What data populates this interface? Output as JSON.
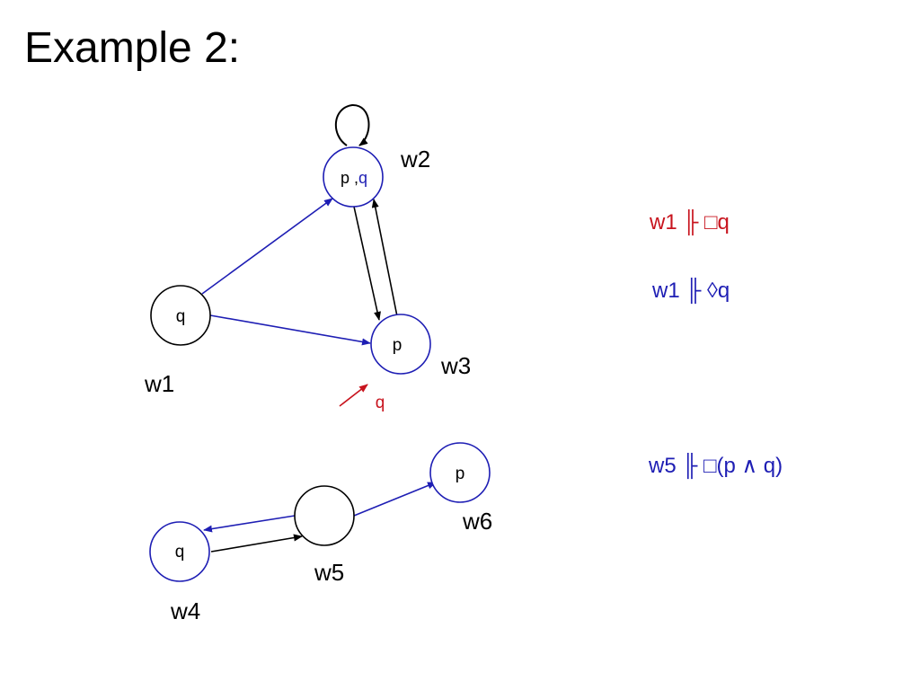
{
  "title": "Example 2:",
  "worlds": {
    "w1": {
      "name": "w1",
      "props": "q"
    },
    "w2": {
      "name": "w2",
      "props_p": "p ,",
      "props_q": "q"
    },
    "w3": {
      "name": "w3",
      "props": "p",
      "external_label": "q"
    },
    "w4": {
      "name": "w4",
      "props": "q"
    },
    "w5": {
      "name": "w5",
      "props": ""
    },
    "w6": {
      "name": "w6",
      "props": "p"
    }
  },
  "formulas": {
    "f1": "w1 ╟ □q",
    "f2": "w1 ╟ ◊q",
    "f3": "w5 ╟ □(p ∧ q)"
  },
  "colors": {
    "blue": "#1e1eb4",
    "red": "#c8141e",
    "black": "#000000"
  }
}
